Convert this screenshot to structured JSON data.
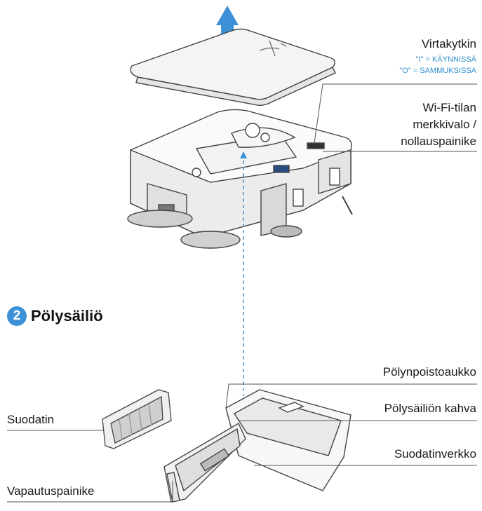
{
  "labels": {
    "power_switch": "Virtakytkin",
    "power_on": "\"I\" = KÄYNNISSÄ",
    "power_off": "\"O\" = SAMMUKSISSA",
    "wifi_line1": "Wi-Fi-tilan",
    "wifi_line2": "merkkivalo /",
    "wifi_line3": "nollauspainike",
    "dust_outlet": "Pölynpoistoaukko",
    "bin_handle": "Pölysäiliön kahva",
    "filter_screen": "Suodatinverkko",
    "filter": "Suodatin",
    "release_button": "Vapautuspainike"
  },
  "section": {
    "number": "2",
    "title": "Pölysäiliö"
  },
  "colors": {
    "accent": "#3b90d6",
    "line": "#555555",
    "text": "#1a1a1a"
  }
}
